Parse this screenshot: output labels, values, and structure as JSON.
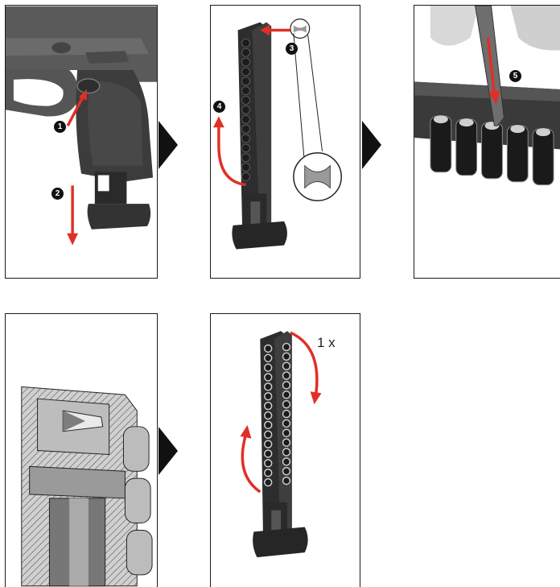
{
  "colors": {
    "arrow": "#e03026",
    "dark": "#2b2b2b",
    "frame": "#1a1a1a",
    "badge": "#111111"
  },
  "steps": [
    {
      "number": "1",
      "label": "❶"
    },
    {
      "number": "2",
      "label": "❷"
    },
    {
      "number": "3",
      "label": "❸"
    },
    {
      "number": "4",
      "label": "❹"
    },
    {
      "number": "5",
      "label": "❺"
    }
  ],
  "rotation_count": "1 x",
  "icons": [
    "pistol-grip",
    "magazine",
    "pellet",
    "loading-rod",
    "cross-section"
  ]
}
